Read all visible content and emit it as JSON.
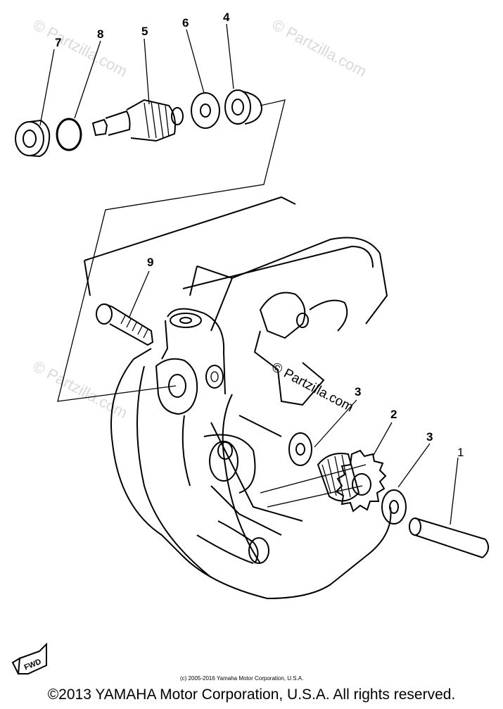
{
  "callouts": [
    {
      "id": "7",
      "label": "7"
    },
    {
      "id": "8",
      "label": "8"
    },
    {
      "id": "5",
      "label": "5"
    },
    {
      "id": "6",
      "label": "6"
    },
    {
      "id": "4",
      "label": "4"
    },
    {
      "id": "9",
      "label": "9"
    },
    {
      "id": "3a",
      "label": "3"
    },
    {
      "id": "2",
      "label": "2"
    },
    {
      "id": "3b",
      "label": "3"
    },
    {
      "id": "1",
      "label": "1"
    }
  ],
  "watermark": "© Partzilla.com",
  "fwd_label": "FWD",
  "small_copyright": "(c) 2005-2016 Yamaha Motor Corporation, U.S.A.",
  "footer": "©2013 YAMAHA Motor Corporation, U.S.A. All rights reserved."
}
